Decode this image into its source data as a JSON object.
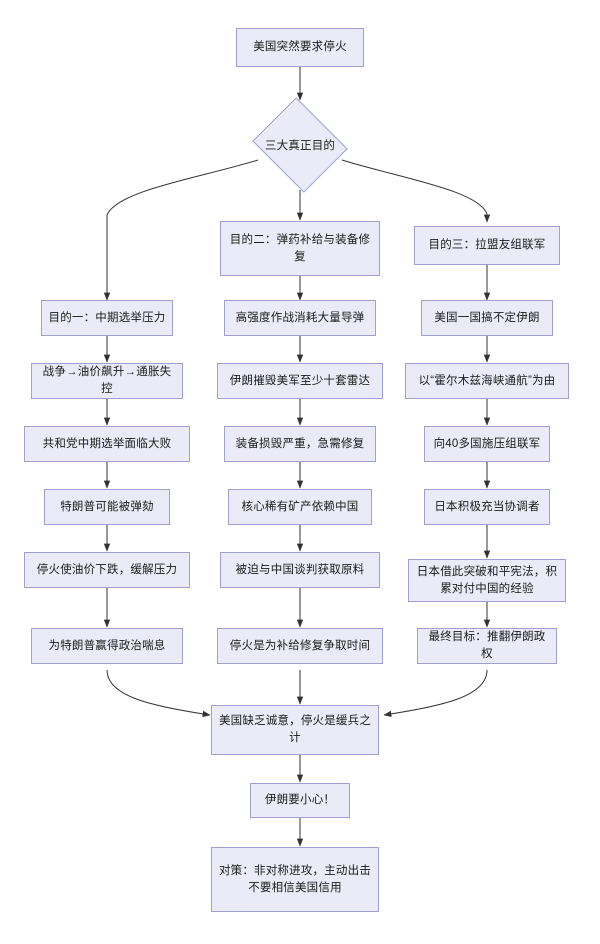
{
  "diagram": {
    "title_node": "美国突然要求停火",
    "decision": "三大真正目的",
    "branch_headers": {
      "purpose_two": "目的二：弹药补给与装备修复",
      "purpose_three": "目的三：拉盟友组联军"
    },
    "columns": {
      "left": [
        "目的一：中期选举压力",
        "战争→油价飙升→通胀失控",
        "共和党中期选举面临大败",
        "特朗普可能被弹劾",
        "停火使油价下跌，缓解压力",
        "为特朗普赢得政治喘息"
      ],
      "middle": [
        "高强度作战消耗大量导弹",
        "伊朗摧毁美军至少十套雷达",
        "装备损毁严重，急需修复",
        "核心稀有矿产依赖中国",
        "被迫与中国谈判获取原料",
        "停火是为补给修复争取时间"
      ],
      "right": [
        "美国一国搞不定伊朗",
        "以“霍尔木兹海峡通航”为由",
        "向40多国施压组联军",
        "日本积极充当协调者",
        "日本借此突破和平宪法，积累对付中国的经验",
        "最终目标：推翻伊朗政权"
      ]
    },
    "conclusion": [
      "美国缺乏诚意，停火是缓兵之计",
      "伊朗要小心！",
      "对策：非对称进攻，主动出击\n不要相信美国信用"
    ],
    "colors": {
      "node_fill": "#ebebf8",
      "node_border": "#9f9fd0",
      "edge": "#333333",
      "text": "#1b1b1b",
      "background": "#ffffff"
    }
  }
}
